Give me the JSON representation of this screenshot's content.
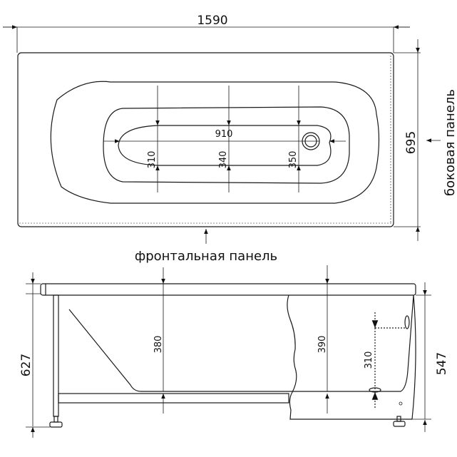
{
  "top_view": {
    "length": "1590",
    "width": "695",
    "inner_length": "910",
    "depth_marks": [
      "310",
      "340",
      "350"
    ],
    "side_panel_label": "боковая панель",
    "front_panel_label": "фронтальная панель"
  },
  "side_view": {
    "total_height": "627",
    "tub_height": "547",
    "depth_left": "380",
    "depth_right": "390",
    "overflow_height": "310"
  }
}
